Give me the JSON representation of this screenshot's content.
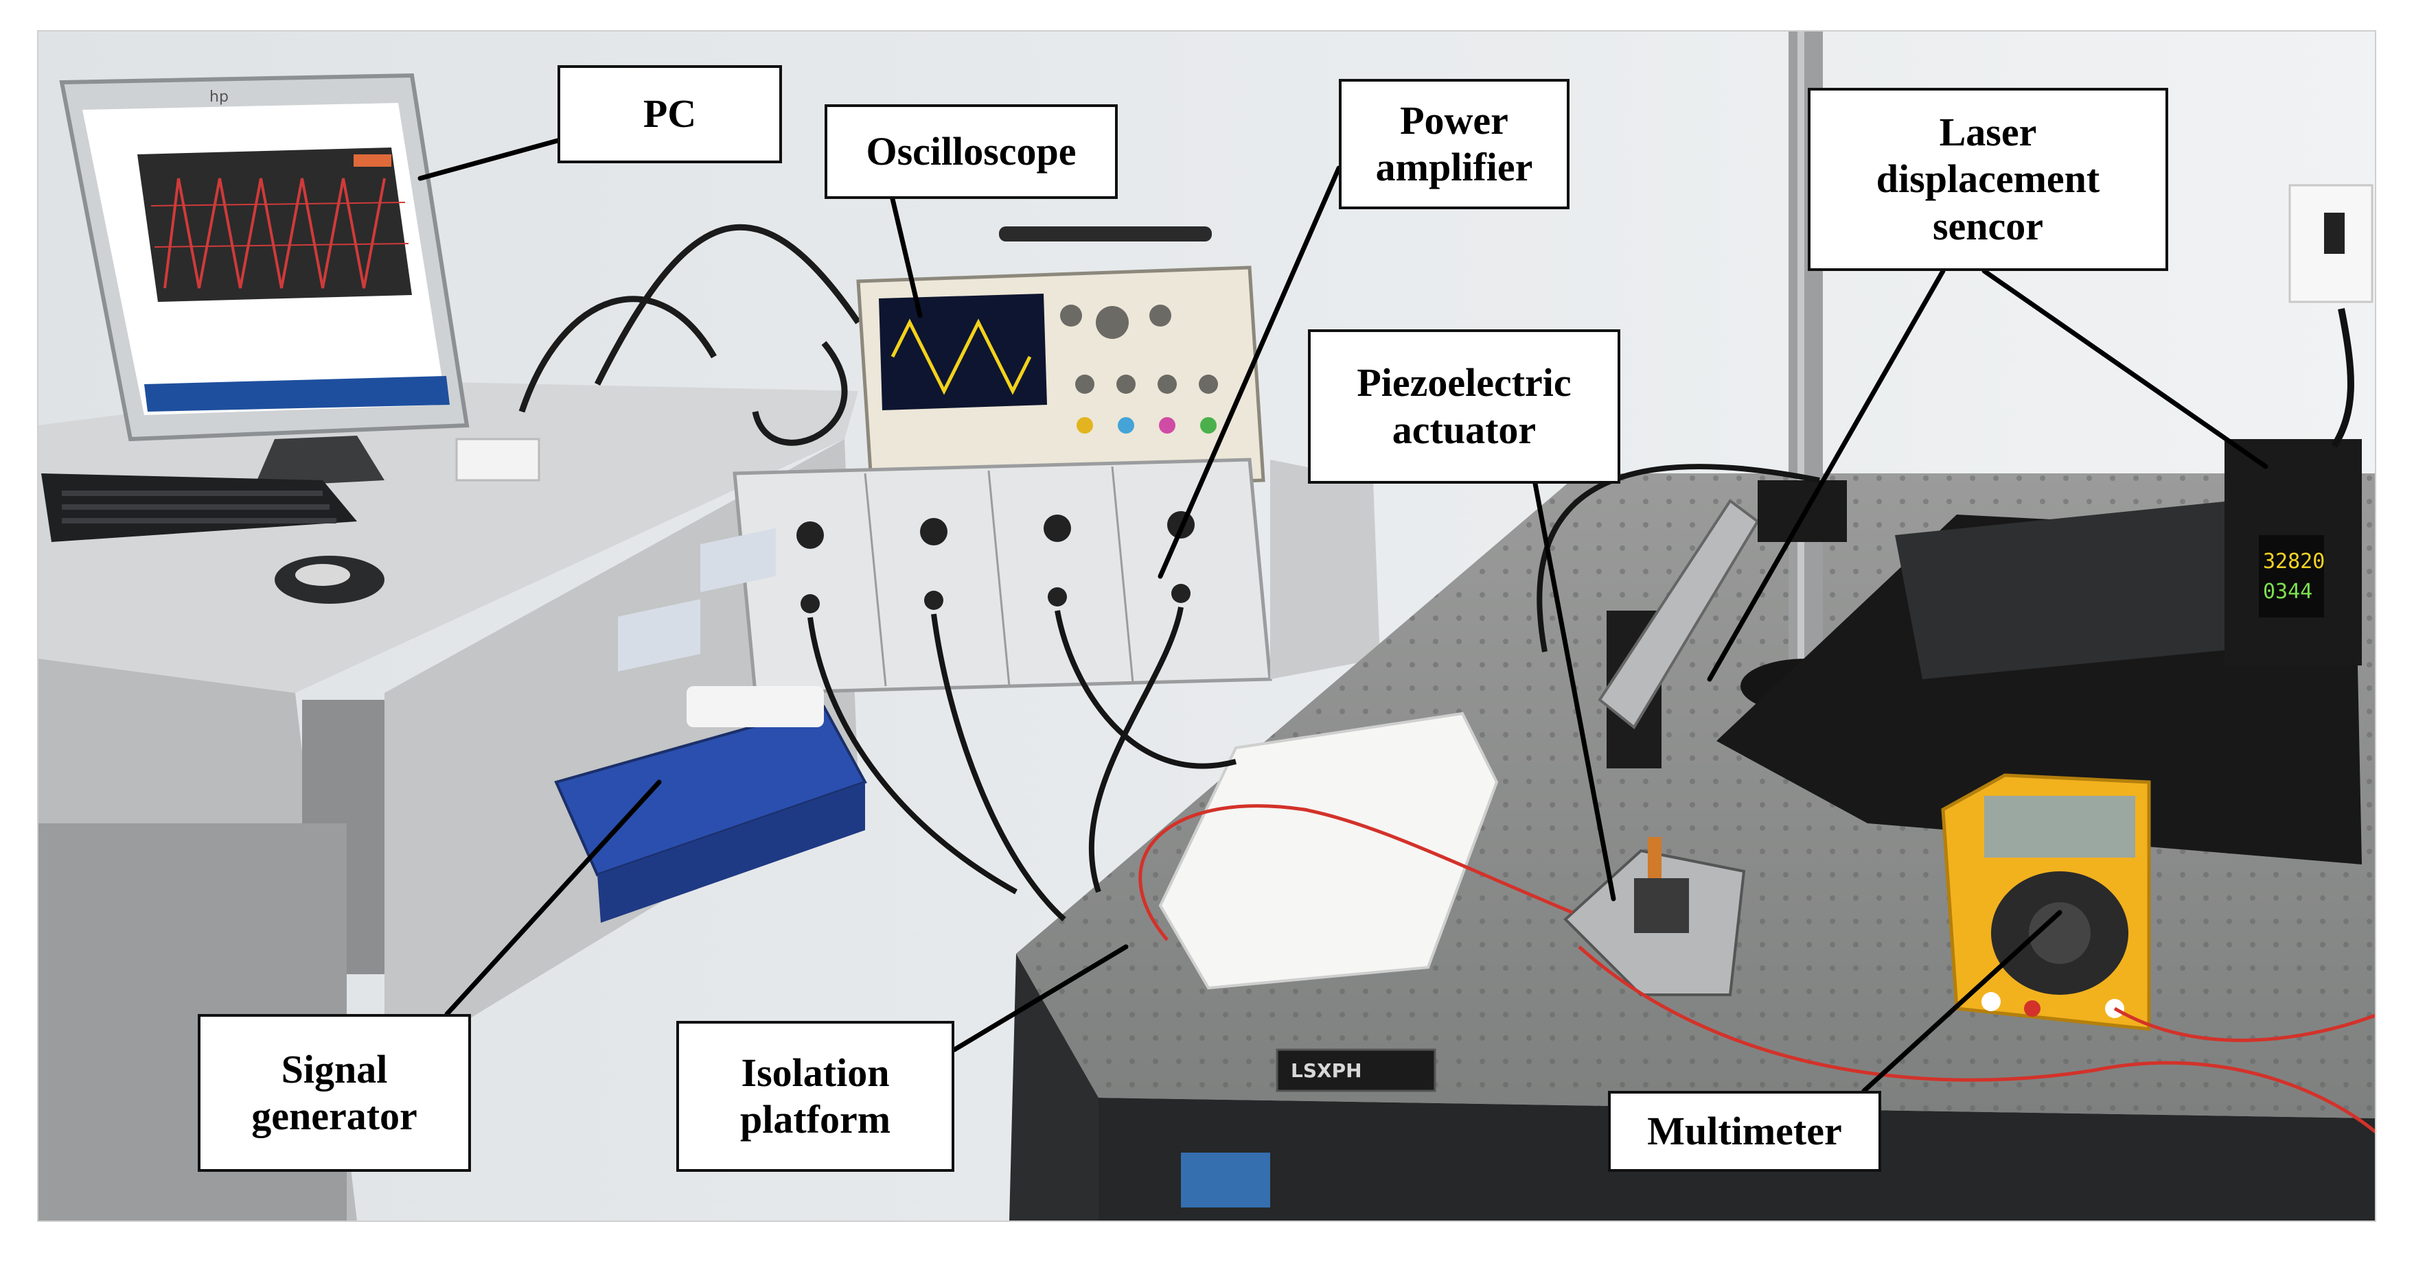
{
  "labels": {
    "pc": "PC",
    "oscilloscope": "Oscilloscope",
    "power_amplifier": "Power\namplifier",
    "laser_sensor": "Laser\ndisplacement\nsencor",
    "piezo_actuator": "Piezoelectric\nactuator",
    "signal_generator": "Signal\ngenerator",
    "isolation_platform": "Isolation\nplatform",
    "multimeter": "Multimeter"
  },
  "screen_text": {
    "monitor_brand": "hp",
    "sensor_reading_1": "32820",
    "sensor_reading_2": "0344",
    "platform_brand": "LSXPH"
  },
  "colors": {
    "wall": "#e9ecee",
    "desk": "#c9cbcc",
    "isolation_table": "#8e8f8e",
    "signal_generator_blue": "#2a4fae",
    "multimeter_yellow": "#f2b21e",
    "foam": "#f6f6f4",
    "cable_red": "#d3322a",
    "scope_waveform": "#f2d21c"
  }
}
